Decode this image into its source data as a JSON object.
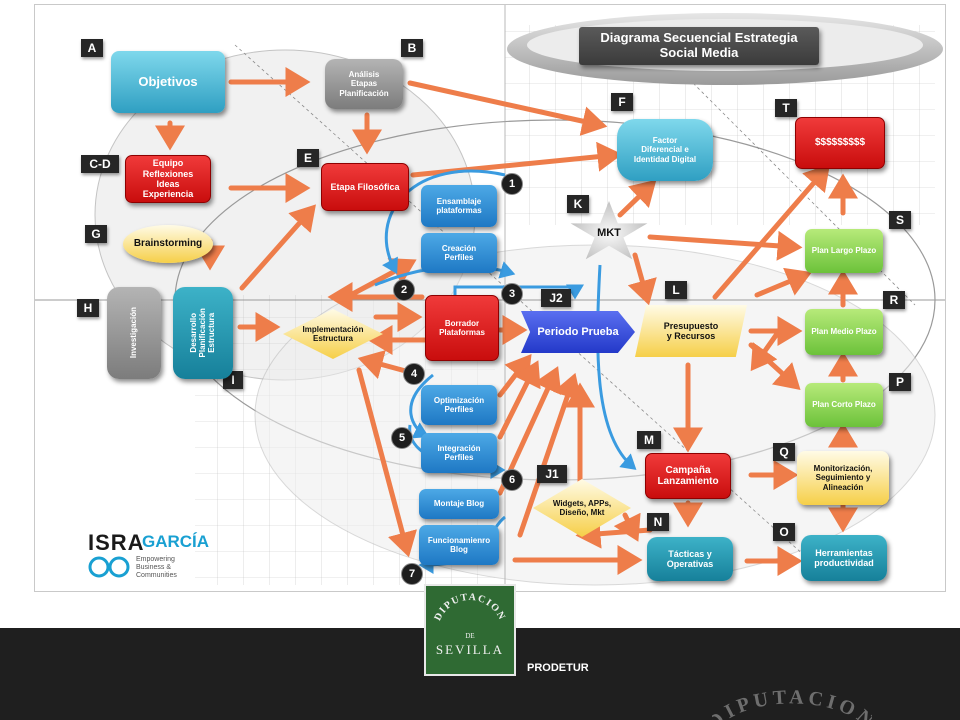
{
  "title": {
    "line1": "Diagrama Secuencial  Estrategia",
    "line2": "Social Media"
  },
  "letters": {
    "A": "A",
    "B": "B",
    "CD": "C-D",
    "E": "E",
    "F": "F",
    "G": "G",
    "H": "H",
    "I": "I",
    "J1": "J1",
    "J2": "J2",
    "K": "K",
    "L": "L",
    "M": "M",
    "N": "N",
    "O": "O",
    "P": "P",
    "Q": "Q",
    "R": "R",
    "S": "S",
    "T": "T"
  },
  "numbers": [
    "1",
    "2",
    "3",
    "4",
    "5",
    "6",
    "7"
  ],
  "nodes": {
    "objetivos": "Objetivos",
    "analisis": [
      "Análisis",
      "Etapas",
      "Planificación"
    ],
    "equipo": [
      "Equipo",
      "Reflexiones",
      "Ideas",
      "Experiencia"
    ],
    "etapa_filosofica": "Etapa Filosófica",
    "brainstorming": "Brainstorming",
    "investigacion": "Investigación",
    "desarrollo": [
      "Desarrollo",
      "Planificación",
      "Estructura"
    ],
    "implementacion": [
      "Implementación",
      "Estructura"
    ],
    "ensamblaje": [
      "Ensamblaje",
      "plataformas"
    ],
    "creacion": [
      "Creación",
      "Perfiles"
    ],
    "borrador": [
      "Borrador",
      "Plataformas"
    ],
    "optimizacion": [
      "Optimización",
      "Perfiles"
    ],
    "integracion": [
      "Integración",
      "Perfiles"
    ],
    "montaje": "Montaje Blog",
    "funcionamiento": [
      "Funcionamienro",
      "Blog"
    ],
    "periodo": "Periodo Prueba",
    "widgets": [
      "Widgets, APPs,",
      "Diseño, Mkt"
    ],
    "factor": [
      "Factor",
      "Diferencial e",
      "Identidad Digital"
    ],
    "mkt": "MKT",
    "presupuesto": [
      "Presupuesto",
      "y Recursos"
    ],
    "campana": [
      "Campaña",
      "Lanzamiento"
    ],
    "tacticas": [
      "Tácticas y",
      "Operativas"
    ],
    "herramientas": [
      "Herramientas",
      "productividad"
    ],
    "monitorizacion": [
      "Monitorización,",
      "Seguimiento y",
      "Alineación"
    ],
    "dinero": "$$$$$$$$$",
    "plan_largo": "Plan Largo Plazo",
    "plan_medio": "Plan Medio Plazo",
    "plan_corto": "Plan Corto Plazo"
  },
  "isra_logo": {
    "name_a": "ISRA",
    "name_b": "GARCÍA",
    "tagline": [
      "Empowering",
      "Business &",
      "Communities"
    ]
  },
  "diputacion_logo": {
    "line1": "DIPUTACION",
    "line2": "DE",
    "line3": "SEVILLA"
  },
  "footer_logo_text": "DIPUTACION",
  "footer_label": "PRODETUR",
  "colors": {
    "red": "#d81414",
    "blue": "#4fc0dd",
    "arrow": "#ee7d4a",
    "green": "#8fd255",
    "teal": "#1d8ba6",
    "yellow": "#f6cf48",
    "footer": "#1f1f1f",
    "diputacion": "#2f6a33"
  }
}
